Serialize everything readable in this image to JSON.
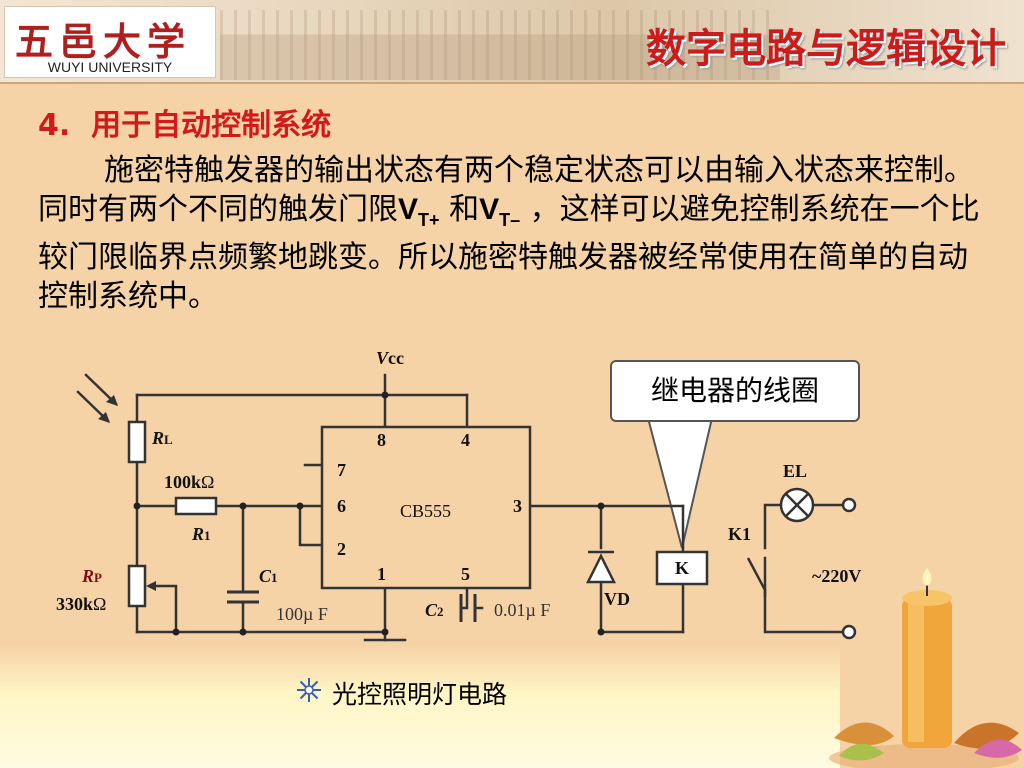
{
  "header": {
    "logo_cn": "五邑大学",
    "logo_en": "WUYI UNIVERSITY",
    "course_title": "数字电路与逻辑设计"
  },
  "section": {
    "number": "4.",
    "title": "用于自动控制系统"
  },
  "paragraph": {
    "part1": "施密特触发器的输出状态有两个稳定状态可以由输入状态来控制。同时有两个不同的触发门限",
    "v1": "V",
    "v1_sub": "T+",
    "and": " 和",
    "v2": "V",
    "v2_sub": "T–",
    "part2": " ，这样可以避免控制系统在一个比较门限临界点频繁地跳变。所以施密特触发器被经常使用在简单的自动控制系统中。"
  },
  "circuit": {
    "vcc_v": "V",
    "vcc_cc": "cc",
    "rl_main": "R",
    "rl_sub": "L",
    "r1_value": "100k",
    "ohm": "Ω",
    "r1_main": "R",
    "r1_sub": "1",
    "rp_main": "R",
    "rp_sub": "P",
    "rp_value": "330k",
    "c1_main": "C",
    "c1_sub": "1",
    "c1_value": "100µ F",
    "chip_name": "CB555",
    "pin8": "8",
    "pin4": "4",
    "pin7": "7",
    "pin6": "6",
    "pin2": "2",
    "pin3": "3",
    "pin1": "1",
    "pin5": "5",
    "c2_main": "C",
    "c2_sub": "2",
    "c2_value": "0.01µ F",
    "vd_label": "VD",
    "relay_label": "K",
    "switch_label": "K1",
    "lamp_label": "EL",
    "mains_label": "~220V"
  },
  "callout": {
    "text": "继电器的线圈"
  },
  "caption": {
    "text": "光控照明灯电路"
  },
  "colors": {
    "background": "#f6d3a6",
    "title_red": "#d21a1a",
    "line": "#333333"
  }
}
